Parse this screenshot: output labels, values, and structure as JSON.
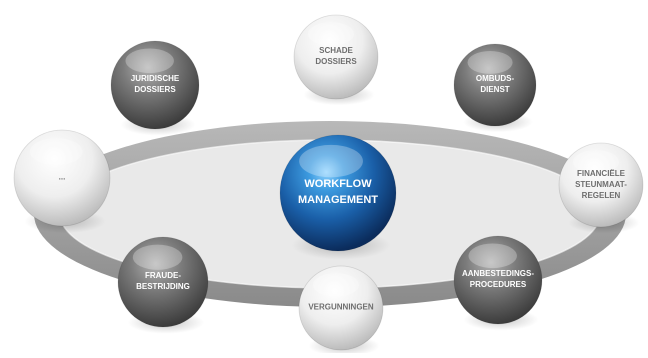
{
  "diagram": {
    "center": {
      "label": "WORKFLOW\nMANAGEMENT"
    },
    "nodes": [
      {
        "id": "juridische-dossiers",
        "label": "JURIDISCHE\nDOSSIERS",
        "style": "dark"
      },
      {
        "id": "schade-dossiers",
        "label": "SCHADE\nDOSSIERS",
        "style": "light"
      },
      {
        "id": "ombudsdienst",
        "label": "OMBUDS-\nDIENST",
        "style": "dark"
      },
      {
        "id": "ellipsis",
        "label": "...",
        "style": "light"
      },
      {
        "id": "financiele-steunmaatregelen",
        "label": "FINANCIËLE\nSTEUNMAAT-\nREGELEN",
        "style": "light"
      },
      {
        "id": "fraudebestrijding",
        "label": "FRAUDE-\nBESTRIJDING",
        "style": "dark"
      },
      {
        "id": "vergunningen",
        "label": "VERGUNNINGEN",
        "style": "light"
      },
      {
        "id": "aanbestedingsprocedures",
        "label": "AANBESTEDINGS-\nPROCEDURES",
        "style": "dark"
      }
    ],
    "colors": {
      "center": "#1f6fb8",
      "dark": "#6f6f6f",
      "light": "#e6e6e6",
      "ring": "#9a9a9a",
      "ring_inner": "#e9e9e9"
    }
  }
}
